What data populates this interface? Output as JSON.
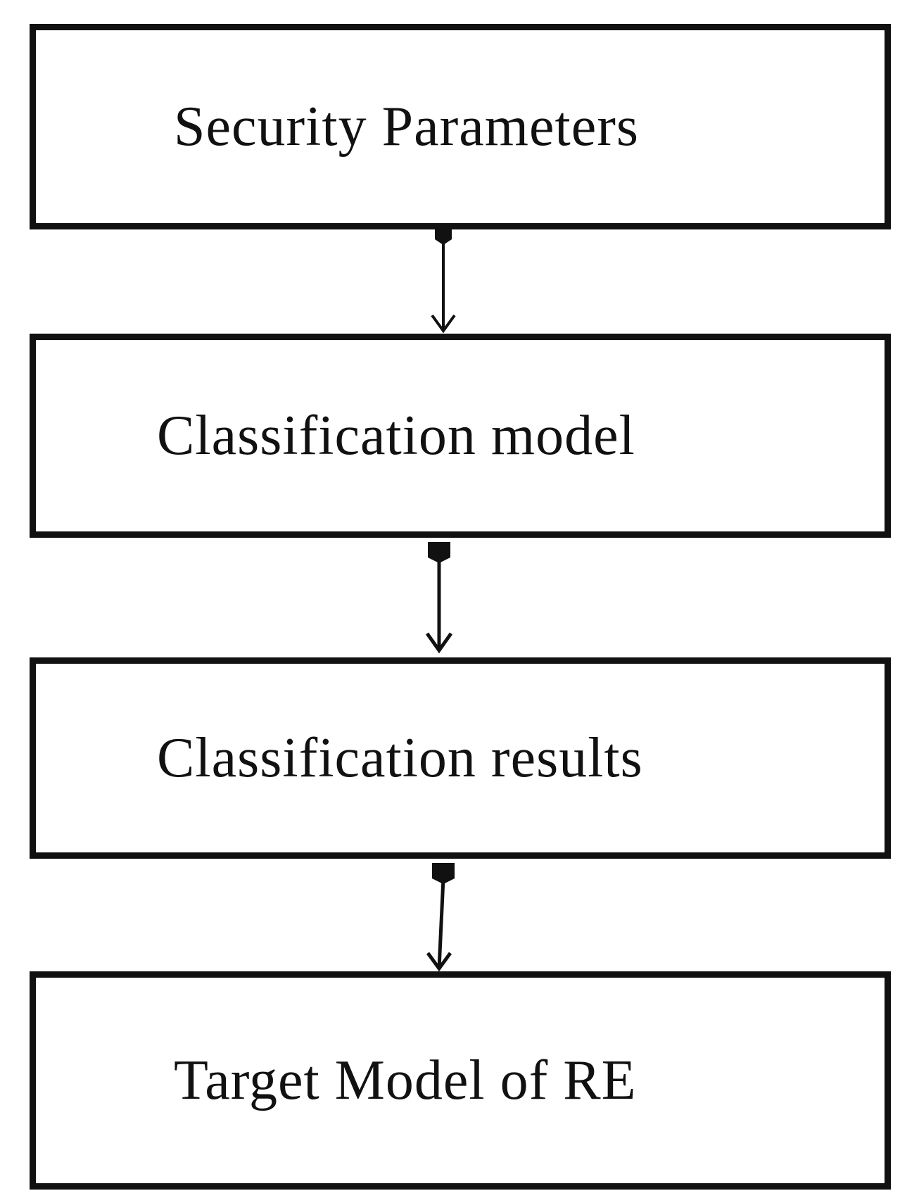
{
  "diagram": {
    "nodes": [
      {
        "id": "security-parameters",
        "label": "Security Parameters"
      },
      {
        "id": "classification-model",
        "label": "Classification model"
      },
      {
        "id": "classification-results",
        "label": "Classification results"
      },
      {
        "id": "target-model",
        "label": "Target Model of RE"
      }
    ],
    "edges": [
      {
        "from": "security-parameters",
        "to": "classification-model"
      },
      {
        "from": "classification-model",
        "to": "classification-results"
      },
      {
        "from": "classification-results",
        "to": "target-model"
      }
    ],
    "colors": {
      "stroke": "#111111",
      "background": "#ffffff",
      "text": "#111111"
    }
  }
}
